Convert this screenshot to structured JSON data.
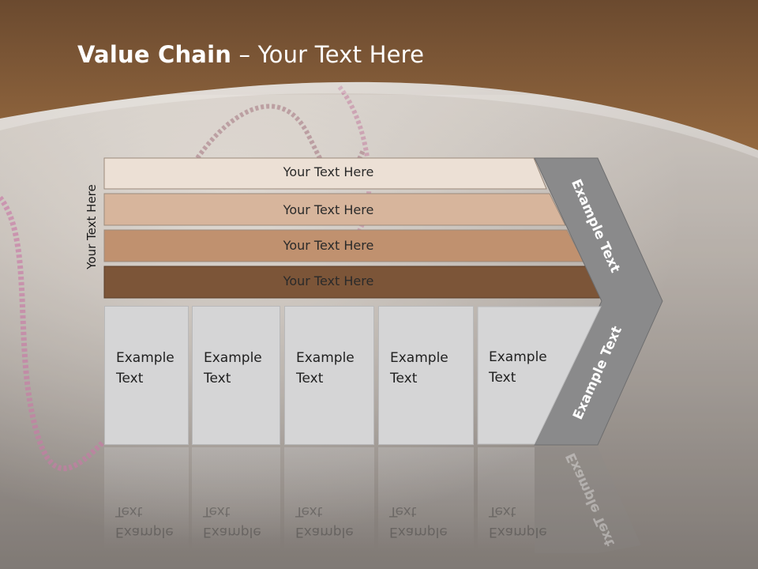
{
  "slide": {
    "title_bold": "Value Chain",
    "title_rest": " – Your Text Here",
    "side_label": "Your Text Here"
  },
  "bands": [
    {
      "label": "Your Text Here",
      "color": "#ece0d5"
    },
    {
      "label": "Your Text Here",
      "color": "#d7b59c"
    },
    {
      "label": "Your Text Here",
      "color": "#c0916f"
    },
    {
      "label": "Your Text Here",
      "color": "#7c5538"
    }
  ],
  "boxes": [
    {
      "line1": "Example",
      "line2": "Text"
    },
    {
      "line1": "Example",
      "line2": "Text"
    },
    {
      "line1": "Example",
      "line2": "Text"
    },
    {
      "line1": "Example",
      "line2": "Text"
    },
    {
      "line1": "Example",
      "line2": "Text"
    }
  ],
  "chevron": {
    "upper_label": "Example Text",
    "lower_label": "Example Text",
    "color": "#8a8a8b"
  },
  "colors": {
    "header": "#7a5535",
    "box": "#d5d5d6"
  }
}
